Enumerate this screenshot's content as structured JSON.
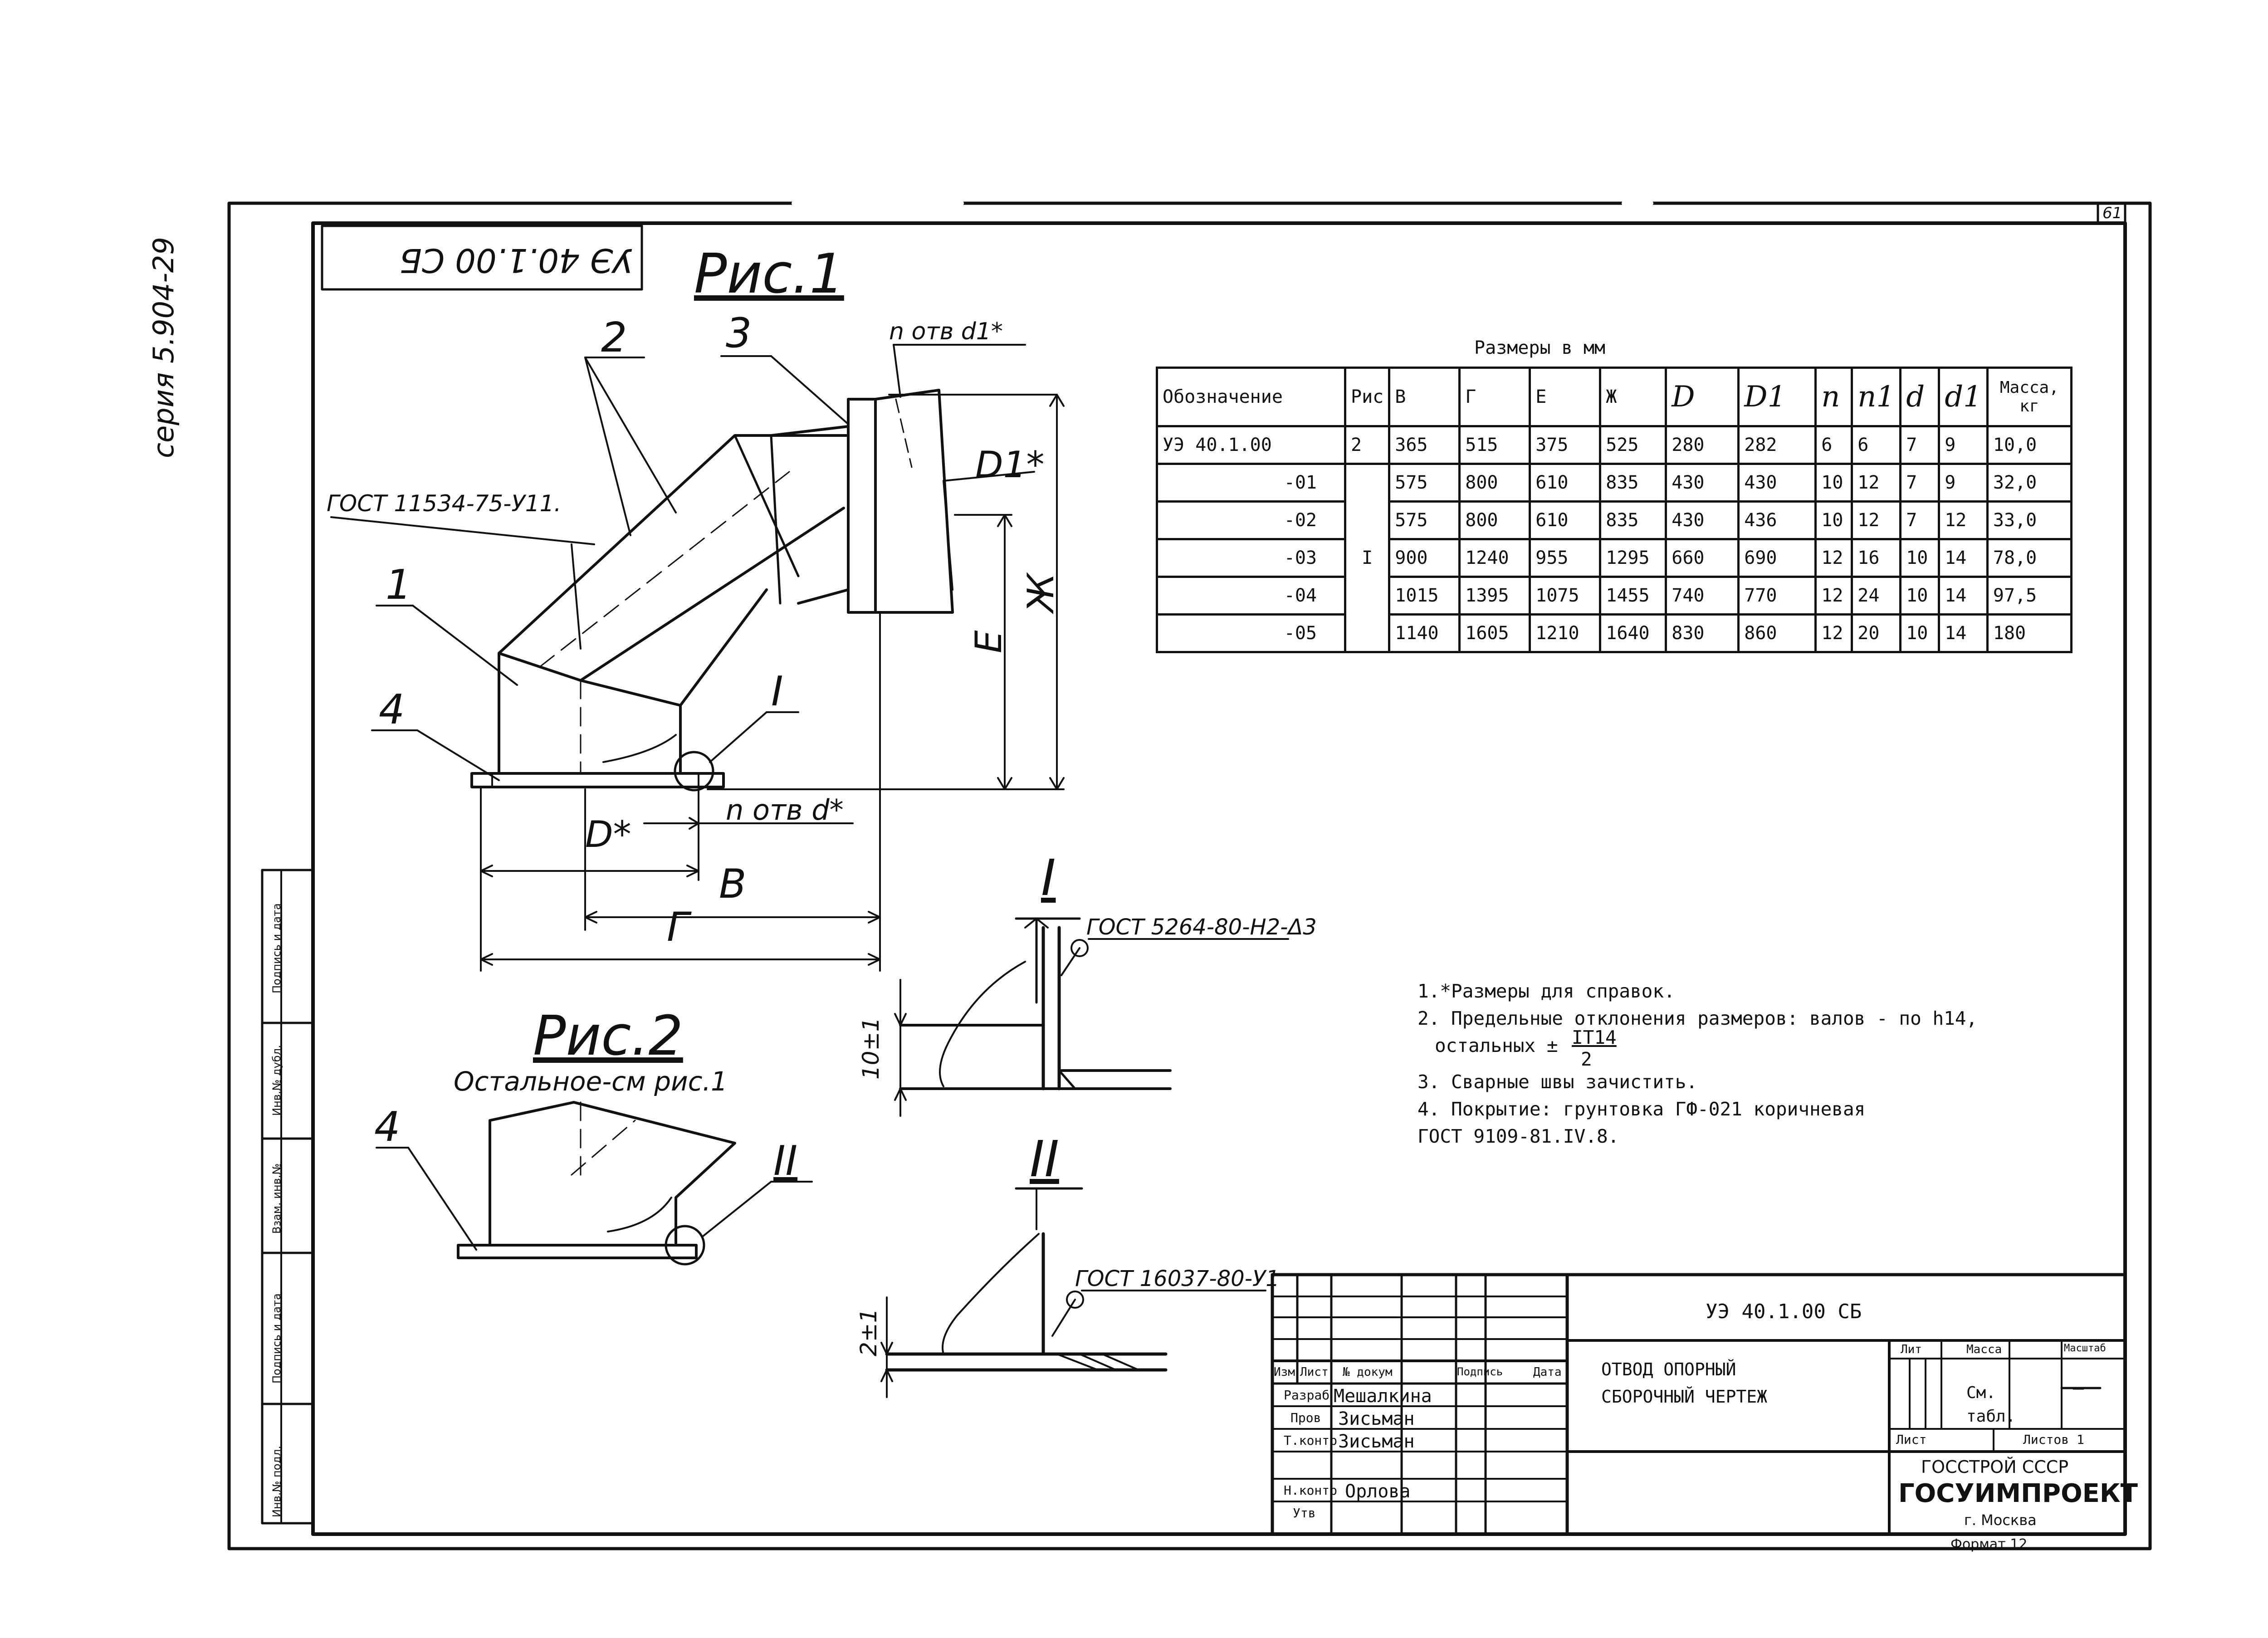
{
  "sheet": {
    "page_number": "61",
    "series": "серия 5.904-29",
    "rotated_code": "УЭ 40.1.00 СБ",
    "format": "Формат 12"
  },
  "figures": {
    "fig1_title": "Рис.1",
    "fig2_title": "Рис.2",
    "fig2_note": "Остальное-см рис.1",
    "callouts": [
      "1",
      "2",
      "3",
      "4",
      "I",
      "II"
    ],
    "gost_1": "ГОСТ 11534-75-У11.",
    "hole_label_top": "n отв d1*",
    "hole_label_bottom": "n отв d*",
    "dim_D1": "D1*",
    "dim_D": "D*",
    "dim_B": "В",
    "dim_G": "Г",
    "dim_E": "Е",
    "dim_Zh": "Ж",
    "detail_I": "I",
    "detail_II": "II",
    "gost_detail_I": "ГОСТ 5264-80-Н2-Δ3",
    "gost_detail_II": "ГОСТ 16037-80-У1",
    "dim_10": "10±1",
    "dim_2": "2±1"
  },
  "table": {
    "caption": "Размеры в мм",
    "headers": [
      "Обозначение",
      "Рис",
      "В",
      "Г",
      "Е",
      "Ж",
      "D",
      "D1",
      "n",
      "n1",
      "d",
      "d1",
      "Масса, кг"
    ],
    "rows": [
      [
        "УЭ 40.1.00",
        "2",
        "365",
        "515",
        "375",
        "525",
        "280",
        "282",
        "6",
        "6",
        "7",
        "9",
        "10,0"
      ],
      [
        "-01",
        "",
        "575",
        "800",
        "610",
        "835",
        "430",
        "430",
        "10",
        "12",
        "7",
        "9",
        "32,0"
      ],
      [
        "-02",
        "",
        "575",
        "800",
        "610",
        "835",
        "430",
        "436",
        "10",
        "12",
        "7",
        "12",
        "33,0"
      ],
      [
        "-03",
        "I",
        "900",
        "1240",
        "955",
        "1295",
        "660",
        "690",
        "12",
        "16",
        "10",
        "14",
        "78,0"
      ],
      [
        "-04",
        "",
        "1015",
        "1395",
        "1075",
        "1455",
        "740",
        "770",
        "12",
        "24",
        "10",
        "14",
        "97,5"
      ],
      [
        "-05",
        "",
        "1140",
        "1605",
        "1210",
        "1640",
        "830",
        "860",
        "12",
        "20",
        "10",
        "14",
        "180"
      ]
    ]
  },
  "notes": [
    "1.*Размеры для справок.",
    "2. Предельные отклонения размеров: валов - по h14,",
    "   остальных ± IT14 / 2",
    "3. Сварные швы зачистить.",
    "4. Покрытие: грунтовка ГФ-021 коричневая",
    "   ГОСТ 9109-81.IV.8."
  ],
  "note2_fraction": {
    "prefix": "остальных ±",
    "numerator": "IT14",
    "denominator": "2"
  },
  "title_block": {
    "designation": "УЭ 40.1.00 СБ",
    "name_line1": "ОТВОД ОПОРНЫЙ",
    "name_line2": "СБОРОЧНЫЙ ЧЕРТЕЖ",
    "col_headers": [
      "Изм",
      "Лист",
      "№ докум",
      "Подпись",
      "Дата"
    ],
    "roles": [
      "Разраб",
      "Пров",
      "Т.контр",
      "",
      "Н.контр",
      "Утв"
    ],
    "names": [
      "Мешалкина",
      "Зисьман",
      "Зисьман",
      "",
      "Орлова",
      ""
    ],
    "lit_label": "Лит",
    "mass_label": "Масса",
    "scale_label": "Масштаб",
    "mass_value": "См. табл.",
    "scale_value": "—",
    "sheet_label": "Лист",
    "sheets_label": "Листов 1",
    "org1": "ГОССТРОЙ СССР",
    "org2": "ГОСУИМПРОЕКТ",
    "city": "г. Москва"
  },
  "side_stamp": [
    "Подпись и дата",
    "Инв.№ дубл.",
    "Взам. инв.№",
    "Подпись и дата",
    "Инв.№ подл."
  ]
}
